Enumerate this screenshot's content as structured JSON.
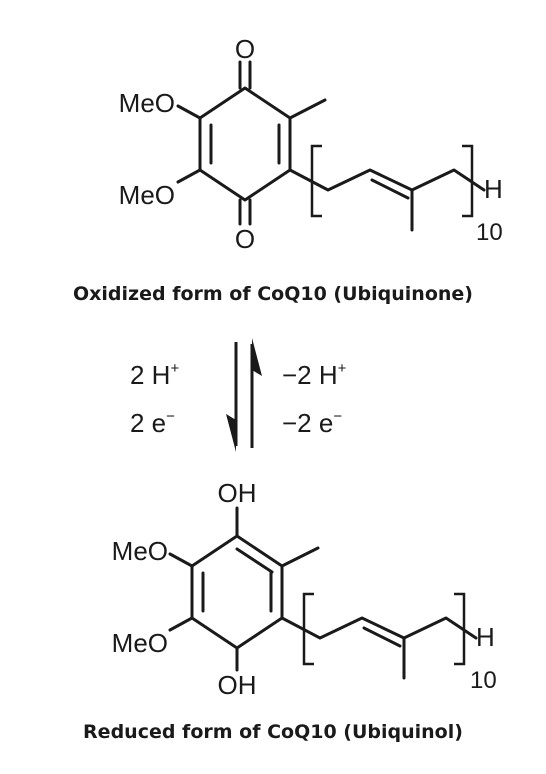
{
  "ubiquinone": {
    "oxygen_top": "O",
    "oxygen_bottom": "O",
    "methoxy_upper": "MeO",
    "methoxy_lower": "MeO",
    "end_group": "H",
    "repeat_count": "10",
    "caption": "Oxidized form of CoQ10  (Ubiquinone)"
  },
  "reaction": {
    "forward_protons": "2 H",
    "forward_protons_charge": "+",
    "forward_electrons": "2 e",
    "forward_electrons_charge": "−",
    "reverse_protons": "−2 H",
    "reverse_protons_charge": "+",
    "reverse_electrons": "−2 e",
    "reverse_electrons_charge": "−"
  },
  "ubiquinol": {
    "hydroxyl_top": "OH",
    "hydroxyl_bottom": "OH",
    "methoxy_upper": "MeO",
    "methoxy_lower": "MeO",
    "end_group": "H",
    "repeat_count": "10",
    "caption": "Reduced form of CoQ10  (Ubiquinol)"
  }
}
